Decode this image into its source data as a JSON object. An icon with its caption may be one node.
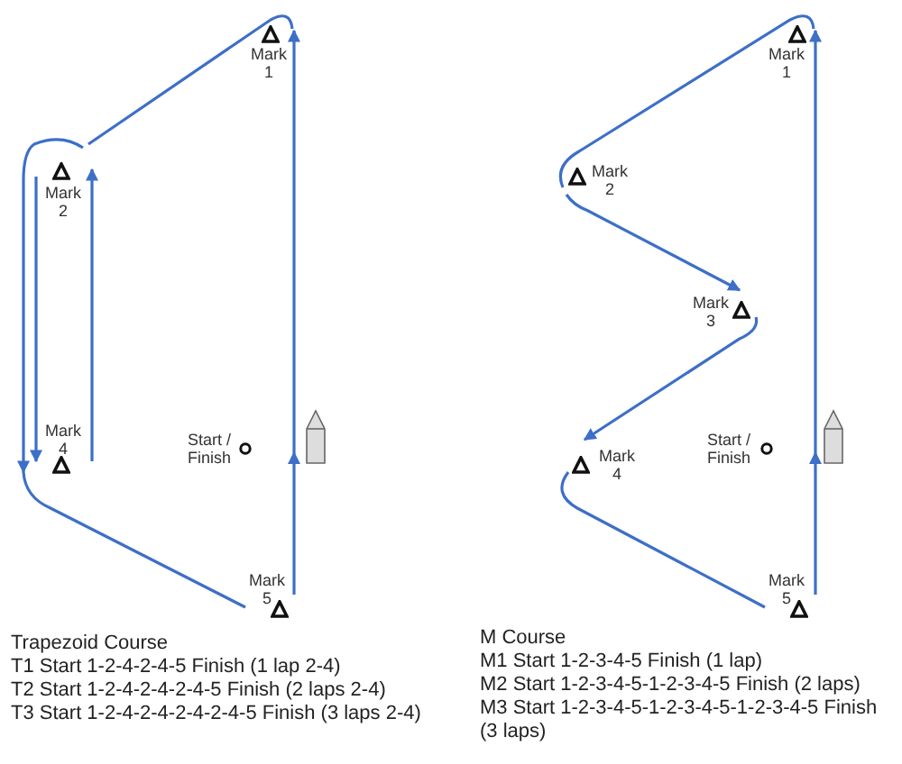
{
  "diagram": {
    "nodes": [
      {
        "text": [
          "Mark 1"
        ]
      },
      {
        "text": [
          "Mark 2"
        ]
      },
      {
        "text": [
          "Mark 4"
        ]
      },
      {
        "text": [
          "Start / Finish"
        ]
      },
      {
        "text": [
          "Mark 5"
        ]
      },
      {
        "text": [
          "Mark 1"
        ]
      },
      {
        "text": [
          "Mark 2"
        ]
      },
      {
        "text": [
          "Mark 3"
        ]
      },
      {
        "text": [
          "Mark 4"
        ]
      },
      {
        "text": [
          "Start / Finish"
        ]
      },
      {
        "text": [
          "Mark 5"
        ]
      }
    ],
    "edges": [
      {
        "from": 4,
        "to": 0,
        "arrow": "to"
      },
      {
        "from": 0,
        "to": 1,
        "arrow": "none"
      },
      {
        "from": 1,
        "to": 2,
        "arrow": "to"
      },
      {
        "from": 2,
        "to": 1,
        "arrow": "to"
      },
      {
        "from": 1,
        "to": 2,
        "arrow": "to"
      },
      {
        "from": 2,
        "to": 4,
        "arrow": "none"
      },
      {
        "from": 10,
        "to": 5,
        "arrow": "to"
      },
      {
        "from": 5,
        "to": 6,
        "arrow": "none"
      },
      {
        "from": 6,
        "to": 7,
        "arrow": "to"
      },
      {
        "from": 7,
        "to": 8,
        "arrow": "to"
      },
      {
        "from": 8,
        "to": 10,
        "arrow": "none"
      }
    ],
    "labels": [
      "Trapezoid Course",
      "T1 Start 1-2-4-2-4-5 Finish (1 lap 2-4)",
      "T2 Start 1-2-4-2-4-2-4-5 Finish (2 laps 2-4)",
      "T3 Start 1-2-4-2-4-2-4-2-4-5 Finish (3 laps 2-4)",
      "M Course",
      "M1 Start 1-2-3-4-5 Finish (1 lap)",
      "M2 Start 1-2-3-4-5-1-2-3-4-5 Finish (2 laps)",
      "M3 Start 1-2-3-4-5-1-2-3-4-5-1-2-3-4-5 Finish (3 laps)"
    ]
  }
}
